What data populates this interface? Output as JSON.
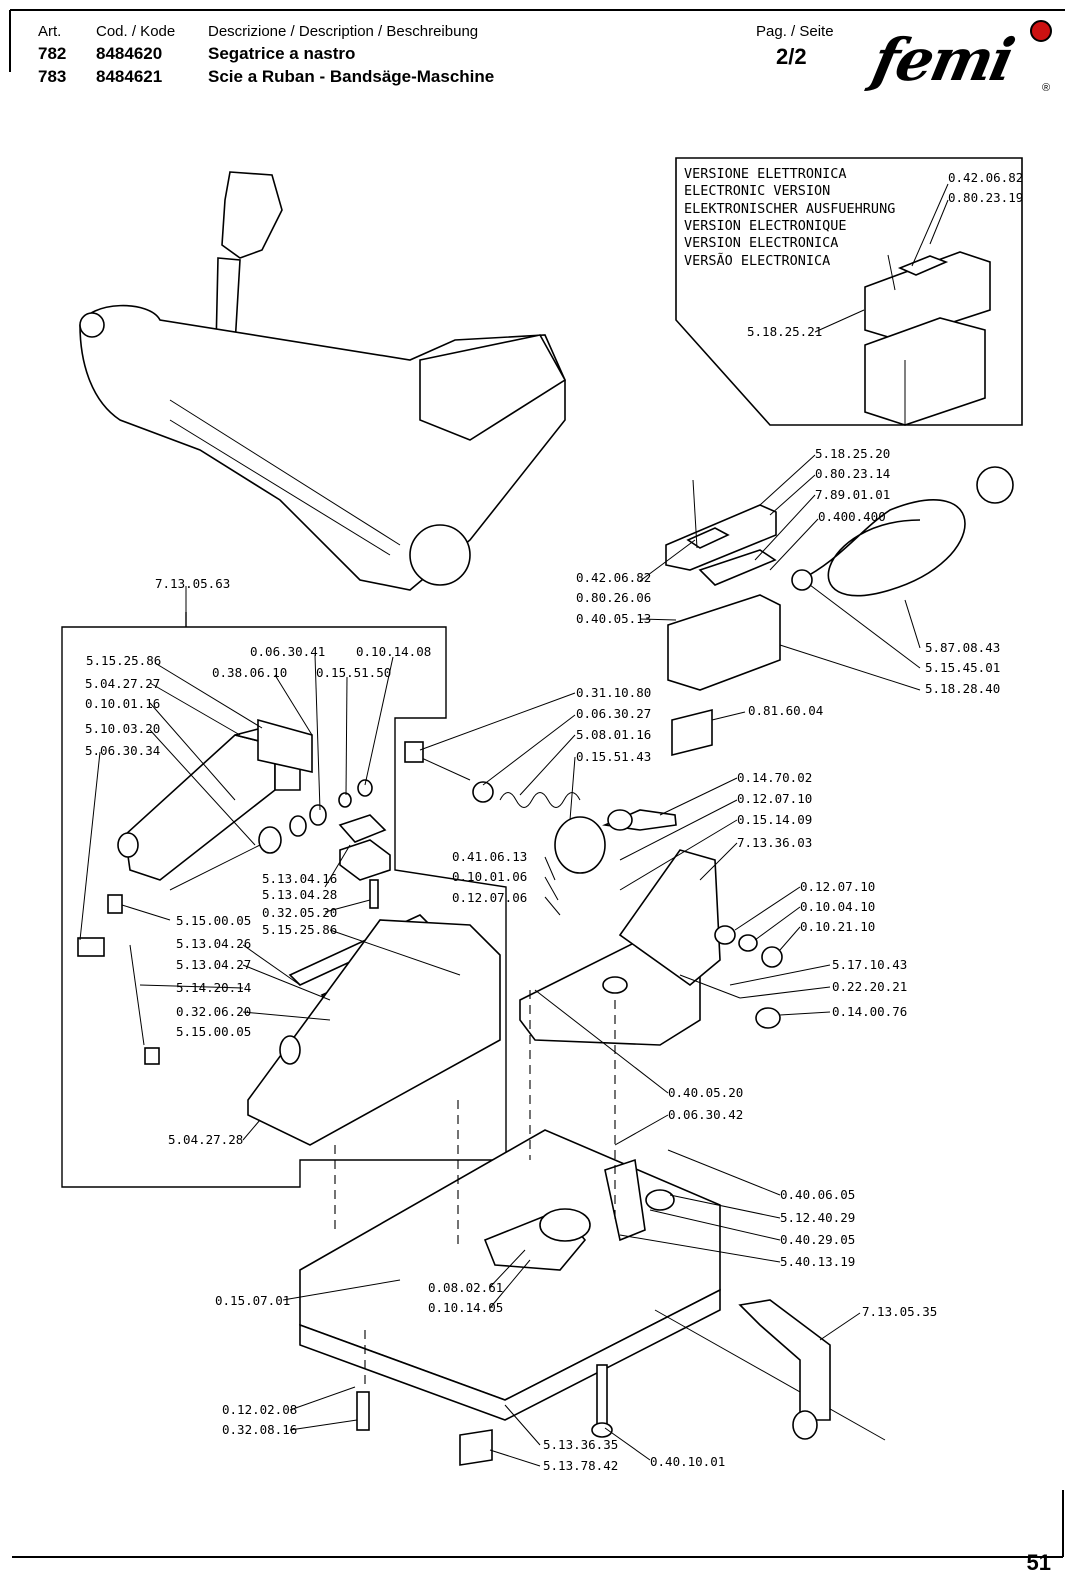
{
  "header": {
    "art_label": "Art.",
    "code_label": "Cod. / Kode",
    "desc_label": "Descrizione / Description / Beschreibung",
    "page_label": "Pag. / Seite",
    "page_value": "2/2",
    "rows": [
      {
        "art": "782",
        "code": "8484620",
        "desc": "Segatrice a nastro"
      },
      {
        "art": "783",
        "code": "8484621",
        "desc": "Scie a Ruban - Bandsäge-Maschine"
      }
    ],
    "brand": "femi",
    "registered": "®"
  },
  "inset": {
    "lines": [
      "VERSIONE ELETTRONICA",
      "ELECTRONIC VERSION",
      "ELEKTRONISCHER AUSFUEHRUNG",
      "VERSION ELECTRONIQUE",
      "VERSION ELECTRONICA",
      "VERSÃO ELECTRONICA"
    ],
    "parts": [
      "0.42.06.82",
      "0.80.23.19",
      "5.18.25.21"
    ]
  },
  "parts": [
    "7.13.05.63",
    "5.15.25.86",
    "0.38.06.10",
    "0.06.30.41",
    "0.15.51.50",
    "0.10.14.08",
    "5.04.27.27",
    "0.10.01.16",
    "5.10.03.20",
    "5.06.30.34",
    "5.13.04.16",
    "5.13.04.28",
    "0.32.05.20",
    "5.15.25.86",
    "5.15.00.05",
    "5.13.04.26",
    "5.13.04.27",
    "5.14.20.14",
    "0.32.06.20",
    "5.15.00.05",
    "5.04.27.28",
    "5.18.25.20",
    "0.80.23.14",
    "7.89.01.01",
    "0.400.400",
    "0.42.06.82",
    "0.80.26.06",
    "0.40.05.13",
    "5.87.08.43",
    "5.15.45.01",
    "5.18.28.40",
    "0.31.10.80",
    "0.06.30.27",
    "5.08.01.16",
    "0.15.51.43",
    "0.81.60.04",
    "0.14.70.02",
    "0.12.07.10",
    "0.15.14.09",
    "7.13.36.03",
    "0.41.06.13",
    "0.10.01.06",
    "0.12.07.06",
    "0.12.07.10",
    "0.10.04.10",
    "0.10.21.10",
    "5.17.10.43",
    "0.22.20.21",
    "0.14.00.76",
    "0.40.05.20",
    "0.06.30.42",
    "0.40.06.05",
    "5.12.40.29",
    "0.40.29.05",
    "5.40.13.19",
    "0.08.02.61",
    "0.10.14.05",
    "0.15.07.01",
    "7.13.05.35",
    "0.12.02.08",
    "0.32.08.16",
    "5.13.36.35",
    "5.13.78.42",
    "0.40.10.01"
  ],
  "footer": {
    "page_number": "51"
  },
  "colors": {
    "brand_dot": "#cc1111",
    "ink": "#000000"
  }
}
